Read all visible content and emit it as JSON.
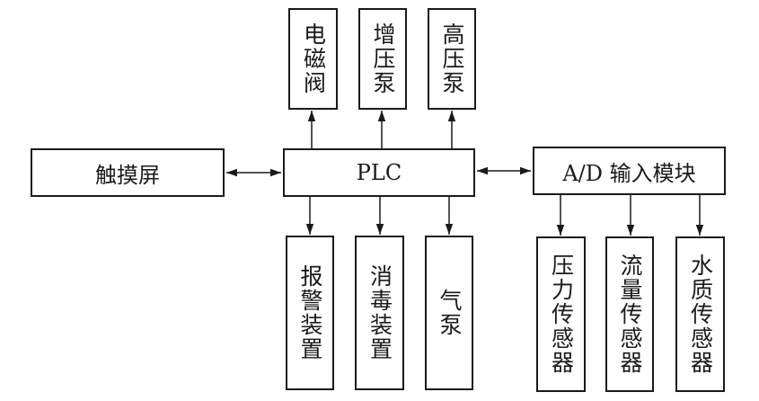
{
  "top_outputs": [
    "电磁阀",
    "增压泵",
    "高压泵"
  ],
  "touch_screen": "触摸屏",
  "plc": "PLC",
  "ad_module": "A/D 输入模块",
  "bottom_outputs": [
    "报警装置",
    "消毒装置",
    "气泵"
  ],
  "sensors": [
    "压力传感器",
    "流量传感器",
    "水质传感器"
  ]
}
